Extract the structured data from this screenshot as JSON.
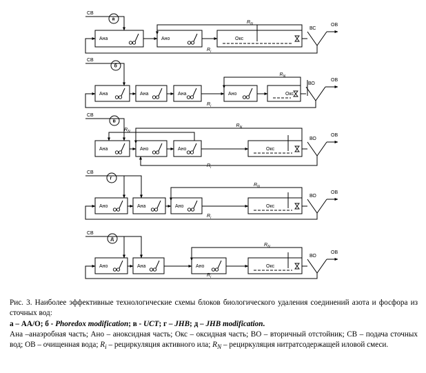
{
  "diagram": {
    "input_label": "СВ",
    "output_label": "ОВ",
    "rn": {
      "main": "R",
      "sub": "N"
    },
    "ri": {
      "main": "R",
      "sub": "i"
    },
    "schemes": [
      {
        "id": "a",
        "letter": "а",
        "settler": "ВС",
        "zones": [
          {
            "label": "Ана"
          },
          {
            "label": "Ано"
          },
          {
            "label": "Окс"
          }
        ]
      },
      {
        "id": "b",
        "letter": "б",
        "settler": "ВО",
        "zones": [
          {
            "label": "Ана"
          },
          {
            "label": "Ана"
          },
          {
            "label": "Ана"
          },
          {
            "label": "Ано"
          },
          {
            "label": "Окс"
          }
        ]
      },
      {
        "id": "v",
        "letter": "в",
        "settler": "ВО",
        "zones": [
          {
            "label": "Ана"
          },
          {
            "label": "Ано"
          },
          {
            "label": "Ано"
          },
          {
            "label": "Окс"
          }
        ]
      },
      {
        "id": "g",
        "letter": "г",
        "settler": "ВО",
        "zones": [
          {
            "label": "Ано"
          },
          {
            "label": "Ана"
          },
          {
            "label": "Ано"
          },
          {
            "label": "Окс"
          }
        ]
      },
      {
        "id": "d",
        "letter": "д",
        "settler": "ВО",
        "zones": [
          {
            "label": "Ано"
          },
          {
            "label": "Ана"
          },
          {
            "label": "Ано"
          },
          {
            "label": "Окс"
          }
        ]
      }
    ]
  },
  "caption": {
    "line1": "Рис. 3. Наиболее эффективные технологические схемы блоков биологического удаления соединений азота и фосфора из сточных вод:",
    "schemes": [
      {
        "prefix": "а – ",
        "name": "АА/О",
        "sep": "; "
      },
      {
        "prefix": "б - ",
        "name": "Phoredox modification",
        "sep": "; "
      },
      {
        "prefix": "в - ",
        "name": "UCT",
        "sep": "; "
      },
      {
        "prefix": "г – ",
        "name": "JHB",
        "sep": "; "
      },
      {
        "prefix": "д – ",
        "name": "JHB modification",
        "sep": "."
      }
    ],
    "legend_part1": "Ана –анаэробная часть; Ано – аноксидная часть; Окс – оксидная часть; ВО – вторичный отстойник; СВ – подача сточных вод; ОВ – очищенная вода; ",
    "legend_ri_sym": "R",
    "legend_ri_sub": "i",
    "legend_part2": " – рециркуляция активного ила; ",
    "legend_rn_sym": "R",
    "legend_rn_sub": "N",
    "legend_part3": " – рециркуляция нитратсодержащей иловой смеси."
  }
}
